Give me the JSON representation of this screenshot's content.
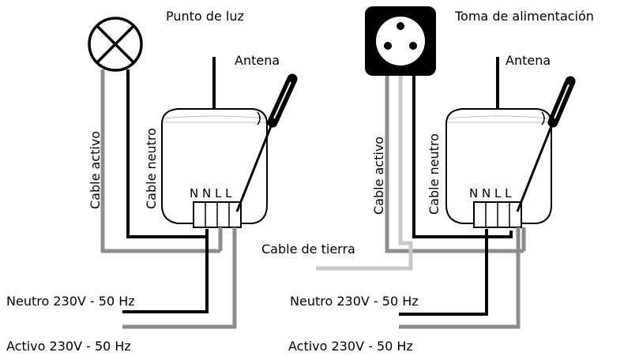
{
  "colors": {
    "neutral_wire": "#000000",
    "live_wire": "#8c8c8c",
    "earth_wire": "#c8c8c8",
    "outline": "#000000",
    "device_fill": "#ffffff",
    "socket_fill": "#000000"
  },
  "icons": {
    "lamp": "light-bulb-cross-icon",
    "socket": "power-socket-icon",
    "screwdriver": "screwdriver-icon",
    "antenna": "antenna-icon"
  },
  "left": {
    "title": "Punto de luz",
    "antenna": "Antena",
    "wire_live": "Cable activo",
    "wire_neutral": "Cable neutro",
    "terminals": "N N L L",
    "supply_neutral": "Neutro 230V - 50 Hz",
    "supply_live": "Activo 230V - 50 Hz"
  },
  "right": {
    "title": "Toma de alimentación",
    "antenna": "Antena",
    "wire_live": "Cable activo",
    "wire_neutral": "Cable neutro",
    "wire_earth": "Cable de tierra",
    "terminals": "N N L L",
    "supply_neutral": "Neutro 230V - 50 Hz",
    "supply_live": "Activo 230V - 50 Hz"
  }
}
